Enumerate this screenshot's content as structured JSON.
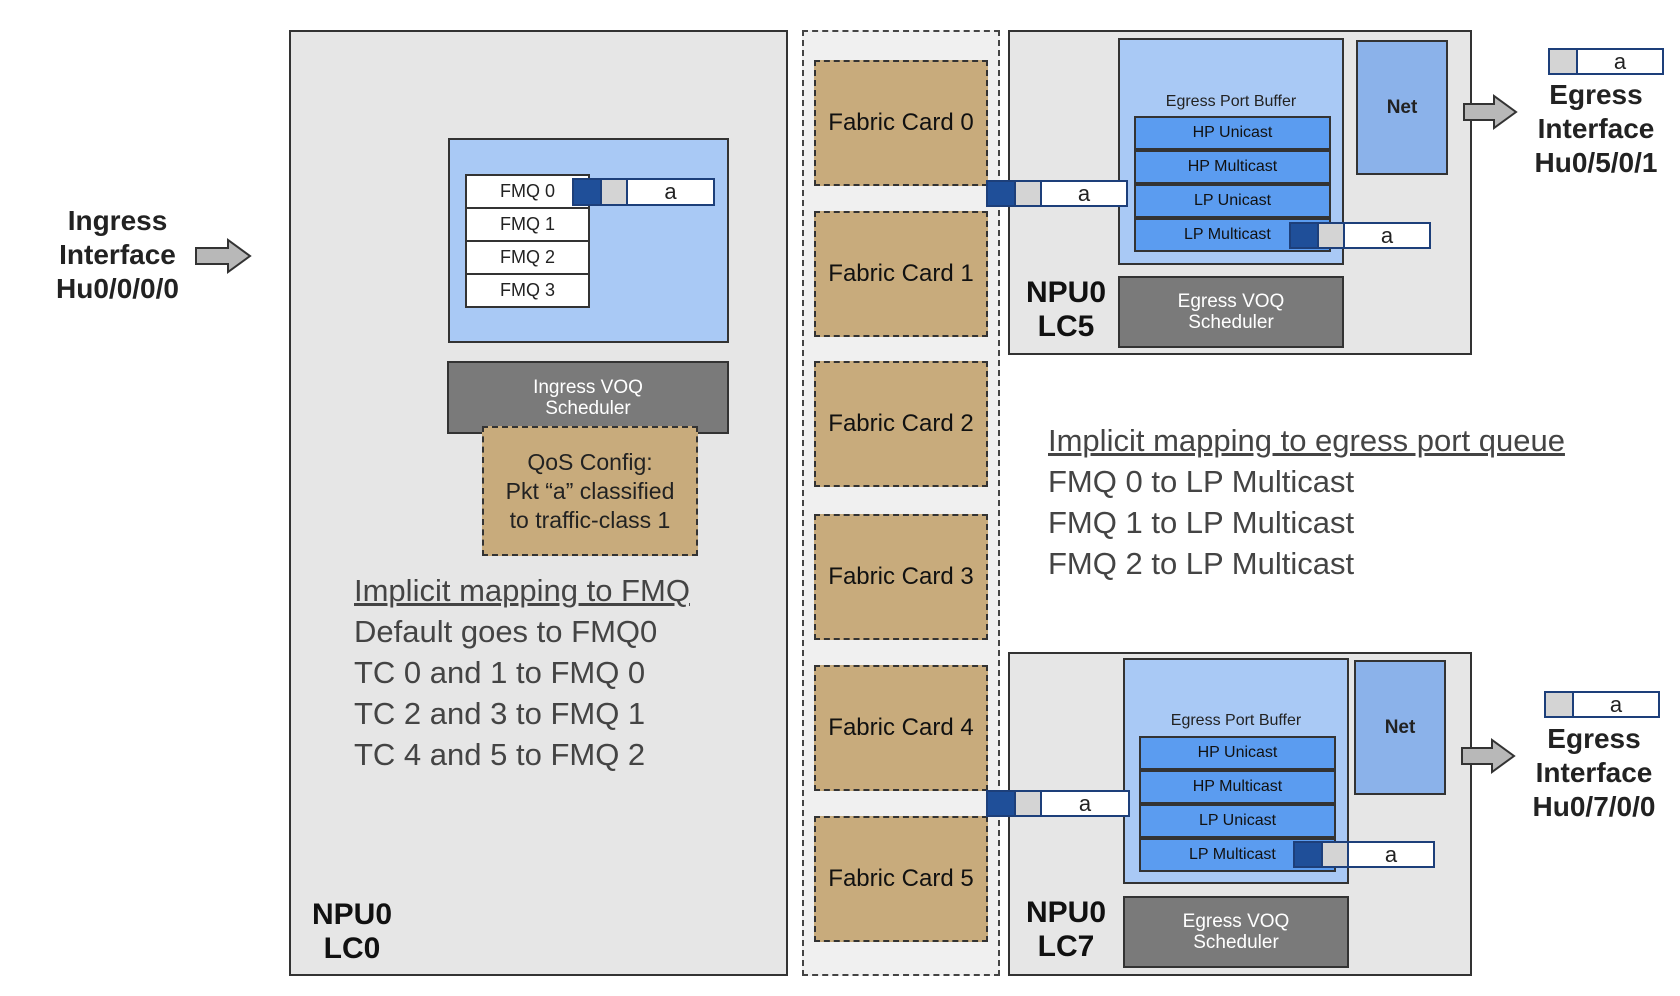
{
  "ingress": {
    "line1": "Ingress",
    "line2": "Interface",
    "line3": "Hu0/0/0/0"
  },
  "lc0": {
    "npu": "NPU0",
    "lc": "LC0",
    "fmqs": [
      "FMQ 0",
      "FMQ 1",
      "FMQ 2",
      "FMQ 3"
    ],
    "packet_label": "a",
    "scheduler_line1": "Ingress VOQ",
    "scheduler_line2": "Scheduler",
    "qos_line1": "QoS Config:",
    "qos_line2": "Pkt “a” classified",
    "qos_line3": "to traffic-class 1",
    "mapping_title": "Implicit mapping to FMQ",
    "mapping_lines": [
      "Default goes to FMQ0",
      "TC 0 and 1 to FMQ 0",
      "TC 2 and 3 to FMQ 1",
      "TC 4 and 5 to FMQ 2"
    ]
  },
  "fabric_cards": [
    "Fabric Card 0",
    "Fabric Card 1",
    "Fabric Card 2",
    "Fabric Card 3",
    "Fabric Card 4",
    "Fabric Card 5"
  ],
  "lc5": {
    "npu": "NPU0",
    "lc": "LC5",
    "buffer_title": "Egress Port Buffer",
    "queues": [
      "HP Unicast",
      "HP Multicast",
      "LP Unicast",
      "LP Multicast"
    ],
    "net": "Net",
    "scheduler_line1": "Egress VOQ",
    "scheduler_line2": "Scheduler",
    "packet_label": "a",
    "egress_line1": "Egress",
    "egress_line2": "Interface",
    "egress_line3": "Hu0/5/0/1"
  },
  "lc7": {
    "npu": "NPU0",
    "lc": "LC7",
    "buffer_title": "Egress Port Buffer",
    "queues": [
      "HP Unicast",
      "HP Multicast",
      "LP Unicast",
      "LP Multicast"
    ],
    "net": "Net",
    "scheduler_line1": "Egress VOQ",
    "scheduler_line2": "Scheduler",
    "packet_label": "a",
    "egress_line1": "Egress",
    "egress_line2": "Interface",
    "egress_line3": "Hu0/7/0/0"
  },
  "egress_mapping": {
    "title": "Implicit mapping to egress port queue",
    "lines": [
      "FMQ 0 to LP Multicast",
      "FMQ 1 to LP Multicast",
      "FMQ 2 to LP Multicast"
    ]
  }
}
